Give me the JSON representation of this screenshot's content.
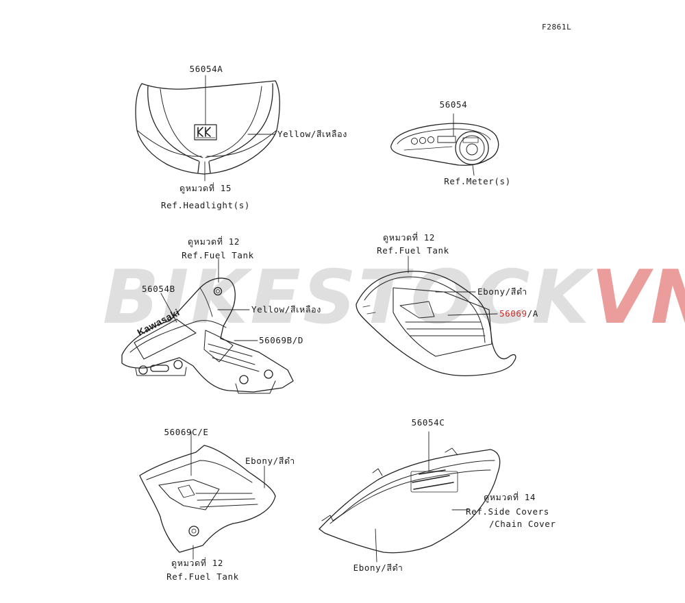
{
  "figure_code": "F2861L",
  "watermark": {
    "main": "BIKESTOCK",
    "accent": "VN"
  },
  "groups": {
    "headlight": {
      "part": "56054A",
      "color_label": "Yellow/สีเหลือง",
      "ref_thai": "ดูหมวดที่ 15",
      "ref": "Ref.Headlight(s)"
    },
    "meter": {
      "part": "56054",
      "ref": "Ref.Meter(s)"
    },
    "shroud_left": {
      "ref_thai": "ดูหมวดที่ 12",
      "ref": "Ref.Fuel Tank",
      "part_main": "56054B",
      "color_label": "Yellow/สีเหลือง",
      "part_side": "56069B/D",
      "brand": "Kawasaki"
    },
    "shroud_right": {
      "ref_thai": "ดูหมวดที่ 12",
      "ref": "Ref.Fuel Tank",
      "color_label": "Ebony/สีดำ",
      "part_base": "56069",
      "part_suffix": "/A"
    },
    "shroud_bottom": {
      "part": "56069C/E",
      "color_label": "Ebony/สีดำ",
      "ref_thai": "ดูหมวดที่ 12",
      "ref": "Ref.Fuel Tank"
    },
    "side_cover": {
      "part": "56054C",
      "ref_thai": "ดูหมวดที่ 14",
      "ref_line1": "Ref.Side Covers",
      "ref_line2": "/Chain Cover",
      "color_label": "Ebony/สีดำ"
    }
  }
}
